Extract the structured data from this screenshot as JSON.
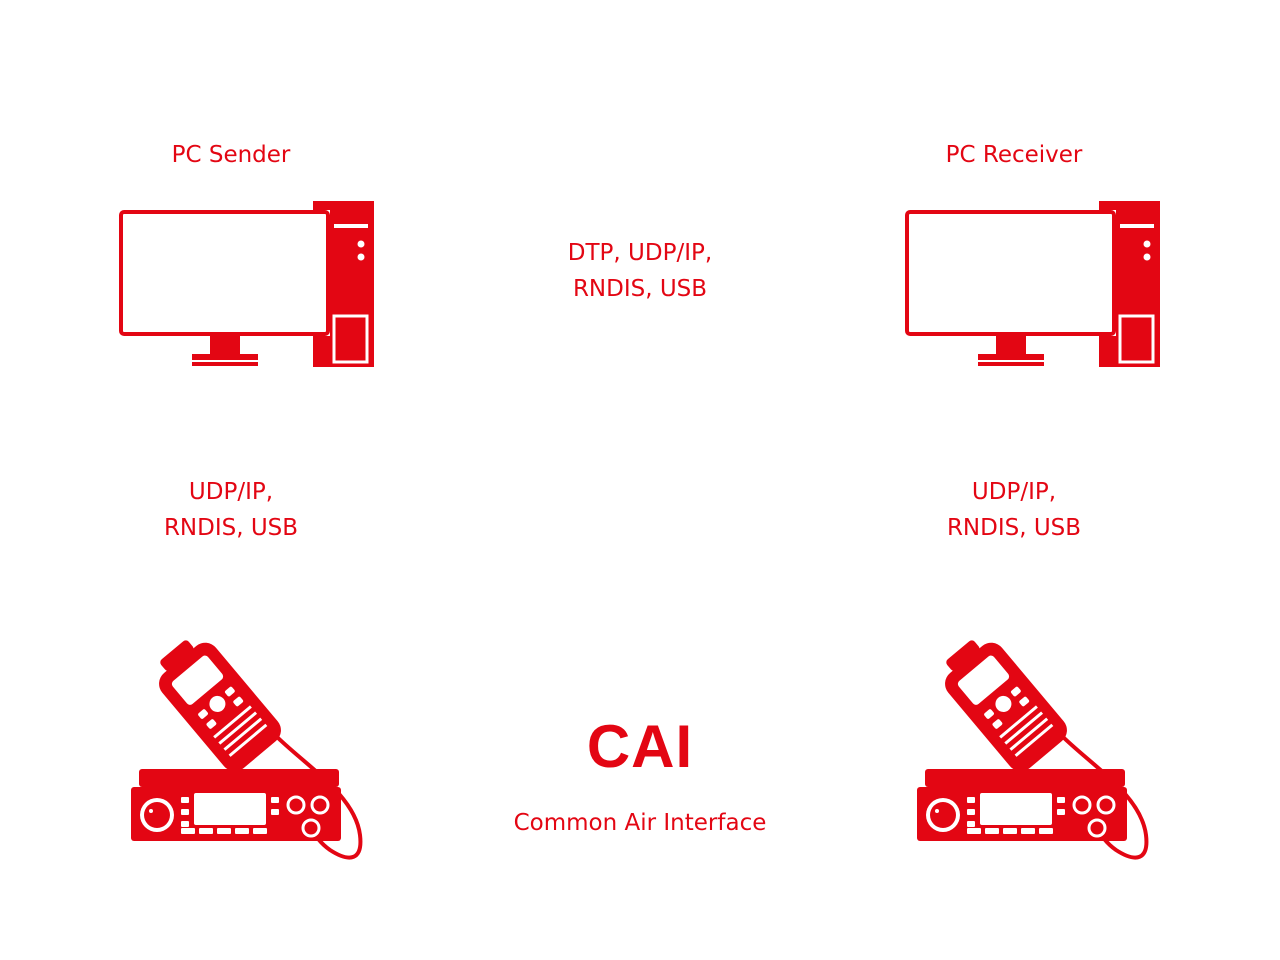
{
  "pc_sender": {
    "label": "PC Sender"
  },
  "pc_receiver": {
    "label": "PC Receiver"
  },
  "pc_link": {
    "line1": "DTP, UDP/IP,",
    "line2": "RNDIS, USB"
  },
  "sender_link": {
    "line1": "UDP/IP,",
    "line2": "RNDIS, USB"
  },
  "receiver_link": {
    "line1": "UDP/IP,",
    "line2": "RNDIS, USB"
  },
  "cai": {
    "title": "CAI",
    "subtitle": "Common Air Interface"
  },
  "colors": {
    "accent": "#e30613",
    "background": "#ffffff"
  },
  "icons": {
    "pc_sender": "desktop-computer-icon",
    "pc_receiver": "desktop-computer-icon",
    "radio_sender": "mobile-radio-icon",
    "radio_receiver": "mobile-radio-icon"
  }
}
